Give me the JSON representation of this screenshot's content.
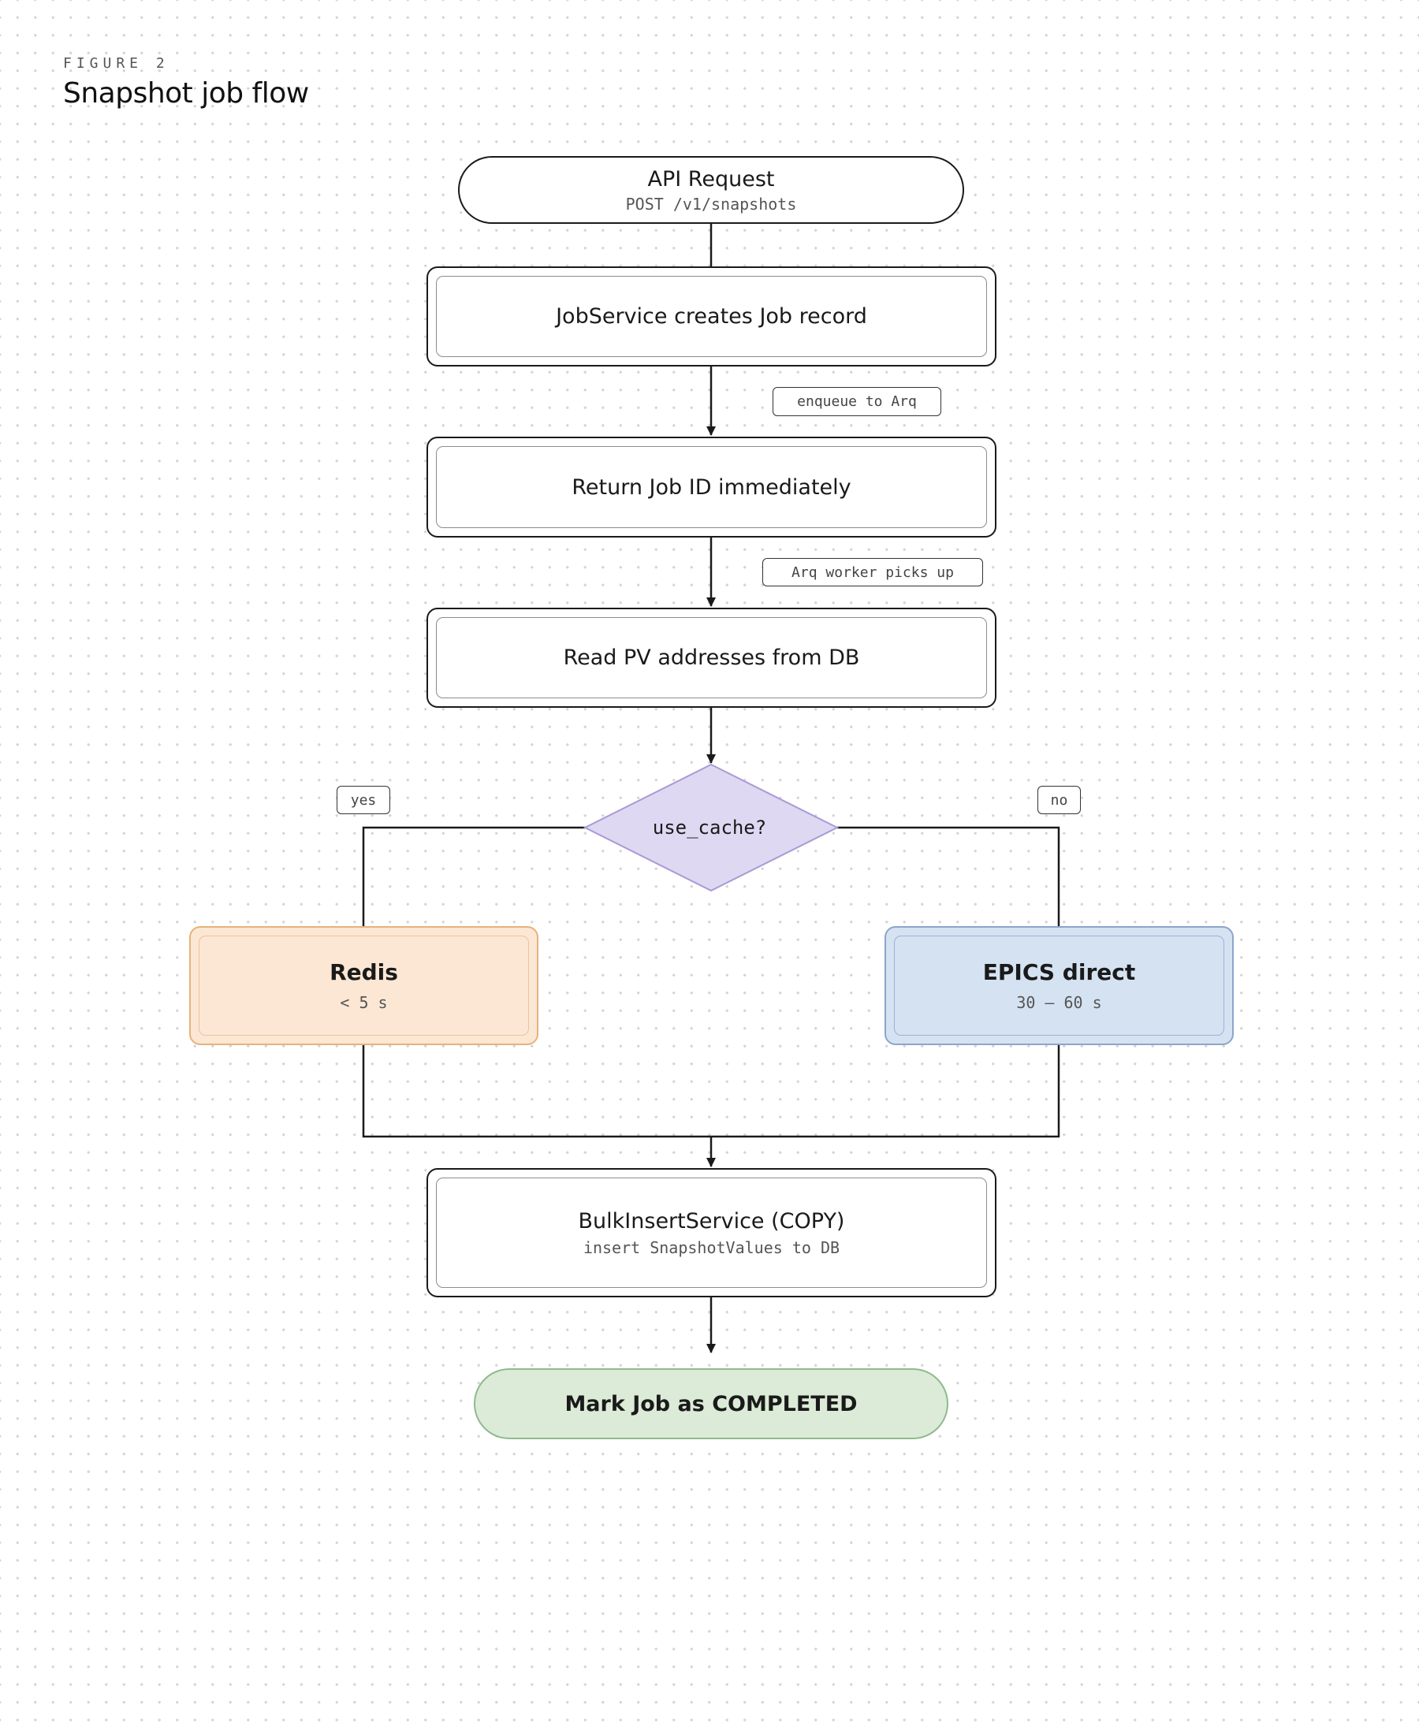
{
  "figure": {
    "label": "FIGURE 2",
    "title": "Snapshot job flow"
  },
  "nodes": {
    "api_request": {
      "title": "API Request",
      "subtitle": "POST /v1/snapshots"
    },
    "create_job": {
      "title": "JobService creates Job record"
    },
    "return_id": {
      "title": "Return Job ID immediately"
    },
    "read_pv": {
      "title": "Read PV addresses from DB"
    },
    "decision": {
      "title": "use_cache?"
    },
    "redis": {
      "title": "Redis",
      "subtitle": "< 5 s"
    },
    "epics": {
      "title": "EPICS direct",
      "subtitle": "30 – 60 s"
    },
    "bulk_insert": {
      "title": "BulkInsertService (COPY)",
      "subtitle": "insert SnapshotValues to DB"
    },
    "complete": {
      "title": "Mark Job as COMPLETED"
    }
  },
  "edge_labels": {
    "enqueue": "enqueue to Arq",
    "worker": "Arq worker picks up",
    "yes": "yes",
    "no": "no"
  },
  "colors": {
    "decision_fill": "#ded8f2",
    "decision_stroke": "#a99ad6",
    "redis_fill": "#fbe7d4",
    "epics_fill": "#d5e2f2",
    "complete_fill": "#dcebd7"
  }
}
